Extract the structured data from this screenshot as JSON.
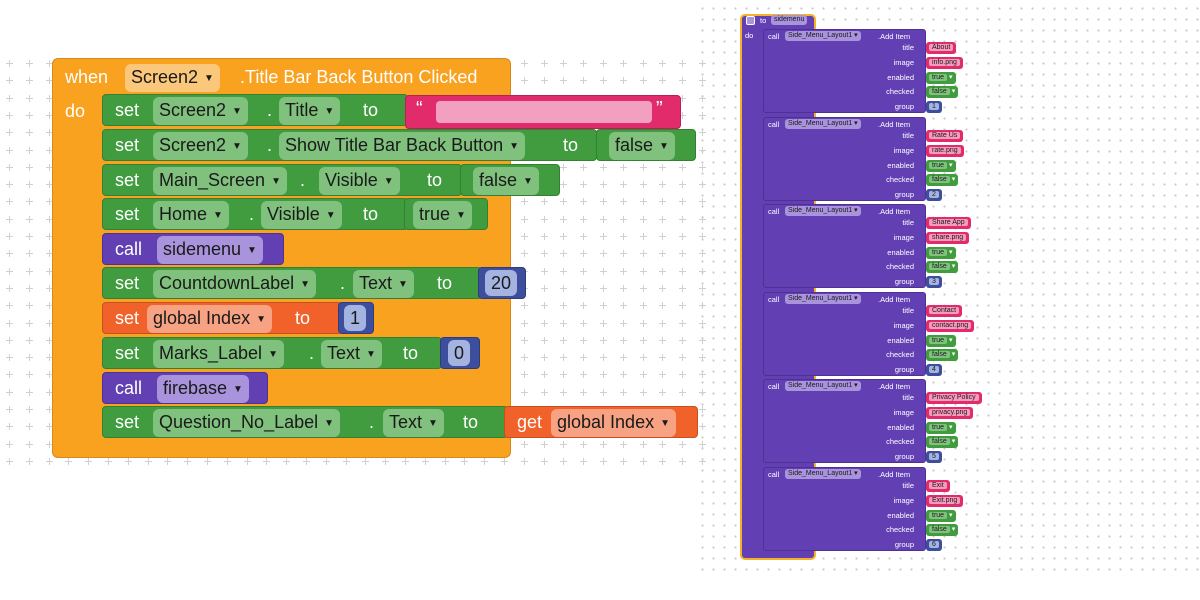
{
  "event": {
    "when": "when",
    "component": "Screen2",
    "event_name": ".Title Bar Back Button Clicked",
    "do": "do"
  },
  "statements": [
    {
      "kw": "set",
      "comp": "Screen2",
      "prop": "Title",
      "to": "to",
      "value": "“",
      "value_end": "”"
    },
    {
      "kw": "set",
      "comp": "Screen2",
      "prop": "Show Title Bar Back Button",
      "to": "to",
      "value": "false"
    },
    {
      "kw": "set",
      "comp": "Main_Screen",
      "prop": "Visible",
      "to": "to",
      "value": "false"
    },
    {
      "kw": "set",
      "comp": "Home",
      "prop": "Visible",
      "to": "to",
      "value": "true"
    },
    {
      "kw": "call",
      "comp": "sidemenu"
    },
    {
      "kw": "set",
      "comp": "CountdownLabel",
      "prop": "Text",
      "to": "to",
      "value": "20"
    },
    {
      "kw": "set",
      "comp": "global Index",
      "to": "to",
      "value": "1"
    },
    {
      "kw": "set",
      "comp": "Marks_Label",
      "prop": "Text",
      "to": "to",
      "value": "0"
    },
    {
      "kw": "call",
      "comp": "firebase"
    },
    {
      "kw": "set",
      "comp": "Question_No_Label",
      "prop": "Text",
      "to": "to",
      "get": "get",
      "value": "global Index"
    }
  ],
  "dot": ".",
  "procedure": {
    "to": "to",
    "name": "sidemenu",
    "do": "do",
    "call": "call",
    "component": "Side_Menu_Layout1",
    "method": ".Add Item",
    "labels": {
      "title": "title",
      "image": "image",
      "enabled": "enabled",
      "checked": "checked",
      "group": "group"
    },
    "items": [
      {
        "title": "About",
        "image": "info.png",
        "enabled": "true",
        "checked": "false",
        "group": "1"
      },
      {
        "title": "Rate Us",
        "image": "rate.png",
        "enabled": "true",
        "checked": "false",
        "group": "2"
      },
      {
        "title": "Share App",
        "image": "share.png",
        "enabled": "true",
        "checked": "false",
        "group": "3"
      },
      {
        "title": "Contact",
        "image": "contact.png",
        "enabled": "true",
        "checked": "false",
        "group": "4"
      },
      {
        "title": "Privacy Policy",
        "image": "privacy.png",
        "enabled": "true",
        "checked": "false",
        "group": "5"
      },
      {
        "title": "Exit",
        "image": "Exit.png",
        "enabled": "true",
        "checked": "false",
        "group": "6"
      }
    ]
  },
  "colors": {
    "event": "#f9a21f",
    "set_green": "#409c3e",
    "procedure_purple": "#6240b4",
    "variable_orange": "#f1612a",
    "text_pink": "#e12b6b",
    "number_navy": "#3d4e9d"
  }
}
